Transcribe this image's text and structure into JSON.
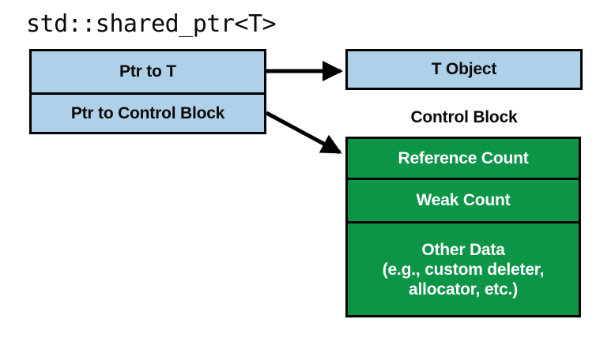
{
  "diagram": {
    "title": "std::shared_ptr<T>",
    "background": "#ffffff",
    "colors": {
      "blue_fill": "#aed0e8",
      "green_fill": "#0d9547",
      "stroke": "#000000",
      "text_dark": "#0a0a0a",
      "text_light": "#ffffff"
    },
    "shared_ptr_box": {
      "name": "std::shared_ptr<T>",
      "rows": [
        {
          "label": "Ptr to T"
        },
        {
          "label": "Ptr to Control Block"
        }
      ]
    },
    "t_object_box": {
      "label": "T Object"
    },
    "control_block": {
      "caption": "Control Block",
      "rows": [
        {
          "label": "Reference Count"
        },
        {
          "label": "Weak Count"
        },
        {
          "label": "Other Data\n(e.g., custom deleter,\nallocator, etc.)"
        }
      ]
    },
    "arrows": [
      {
        "from": "Ptr to T",
        "to": "T Object",
        "style": "straight-horizontal"
      },
      {
        "from": "Ptr to Control Block",
        "to": "Reference Count",
        "style": "diagonal-down-right"
      }
    ]
  }
}
